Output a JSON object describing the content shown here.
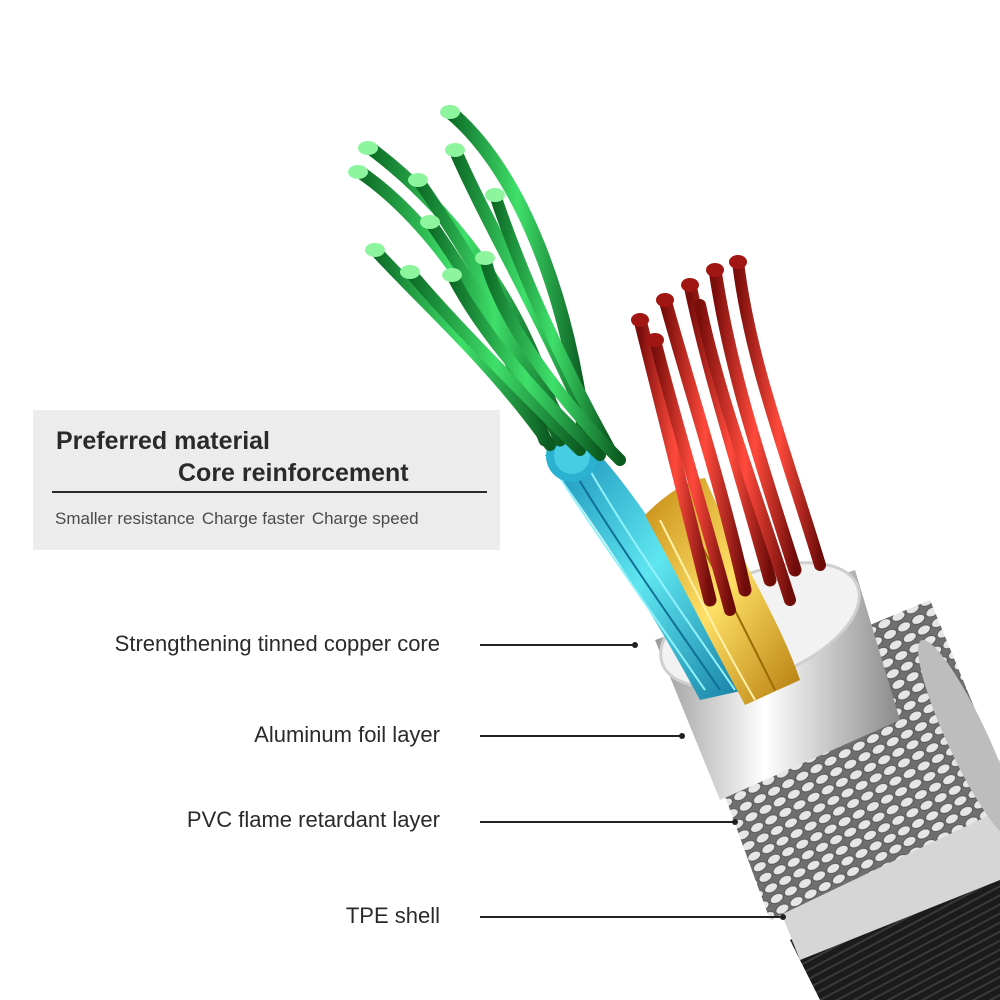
{
  "panel": {
    "title_line1": "Preferred material",
    "title_line2": "Core reinforcement",
    "features": [
      "Smaller resistance",
      "Charge faster",
      "Charge speed"
    ]
  },
  "layers": [
    {
      "label": "Strengthening tinned copper core"
    },
    {
      "label": "Aluminum foil layer"
    },
    {
      "label": "PVC flame retardant layer"
    },
    {
      "label": "TPE shell"
    }
  ],
  "colors": {
    "green_wires": "#22b84a",
    "red_wires": "#d8322c",
    "cyan_strands": "#2bc0d8",
    "gold_strands": "#e8b62a",
    "foil": "#d9d9d9",
    "braid": "#a9a9a9",
    "shell": "#1e1e1e"
  }
}
